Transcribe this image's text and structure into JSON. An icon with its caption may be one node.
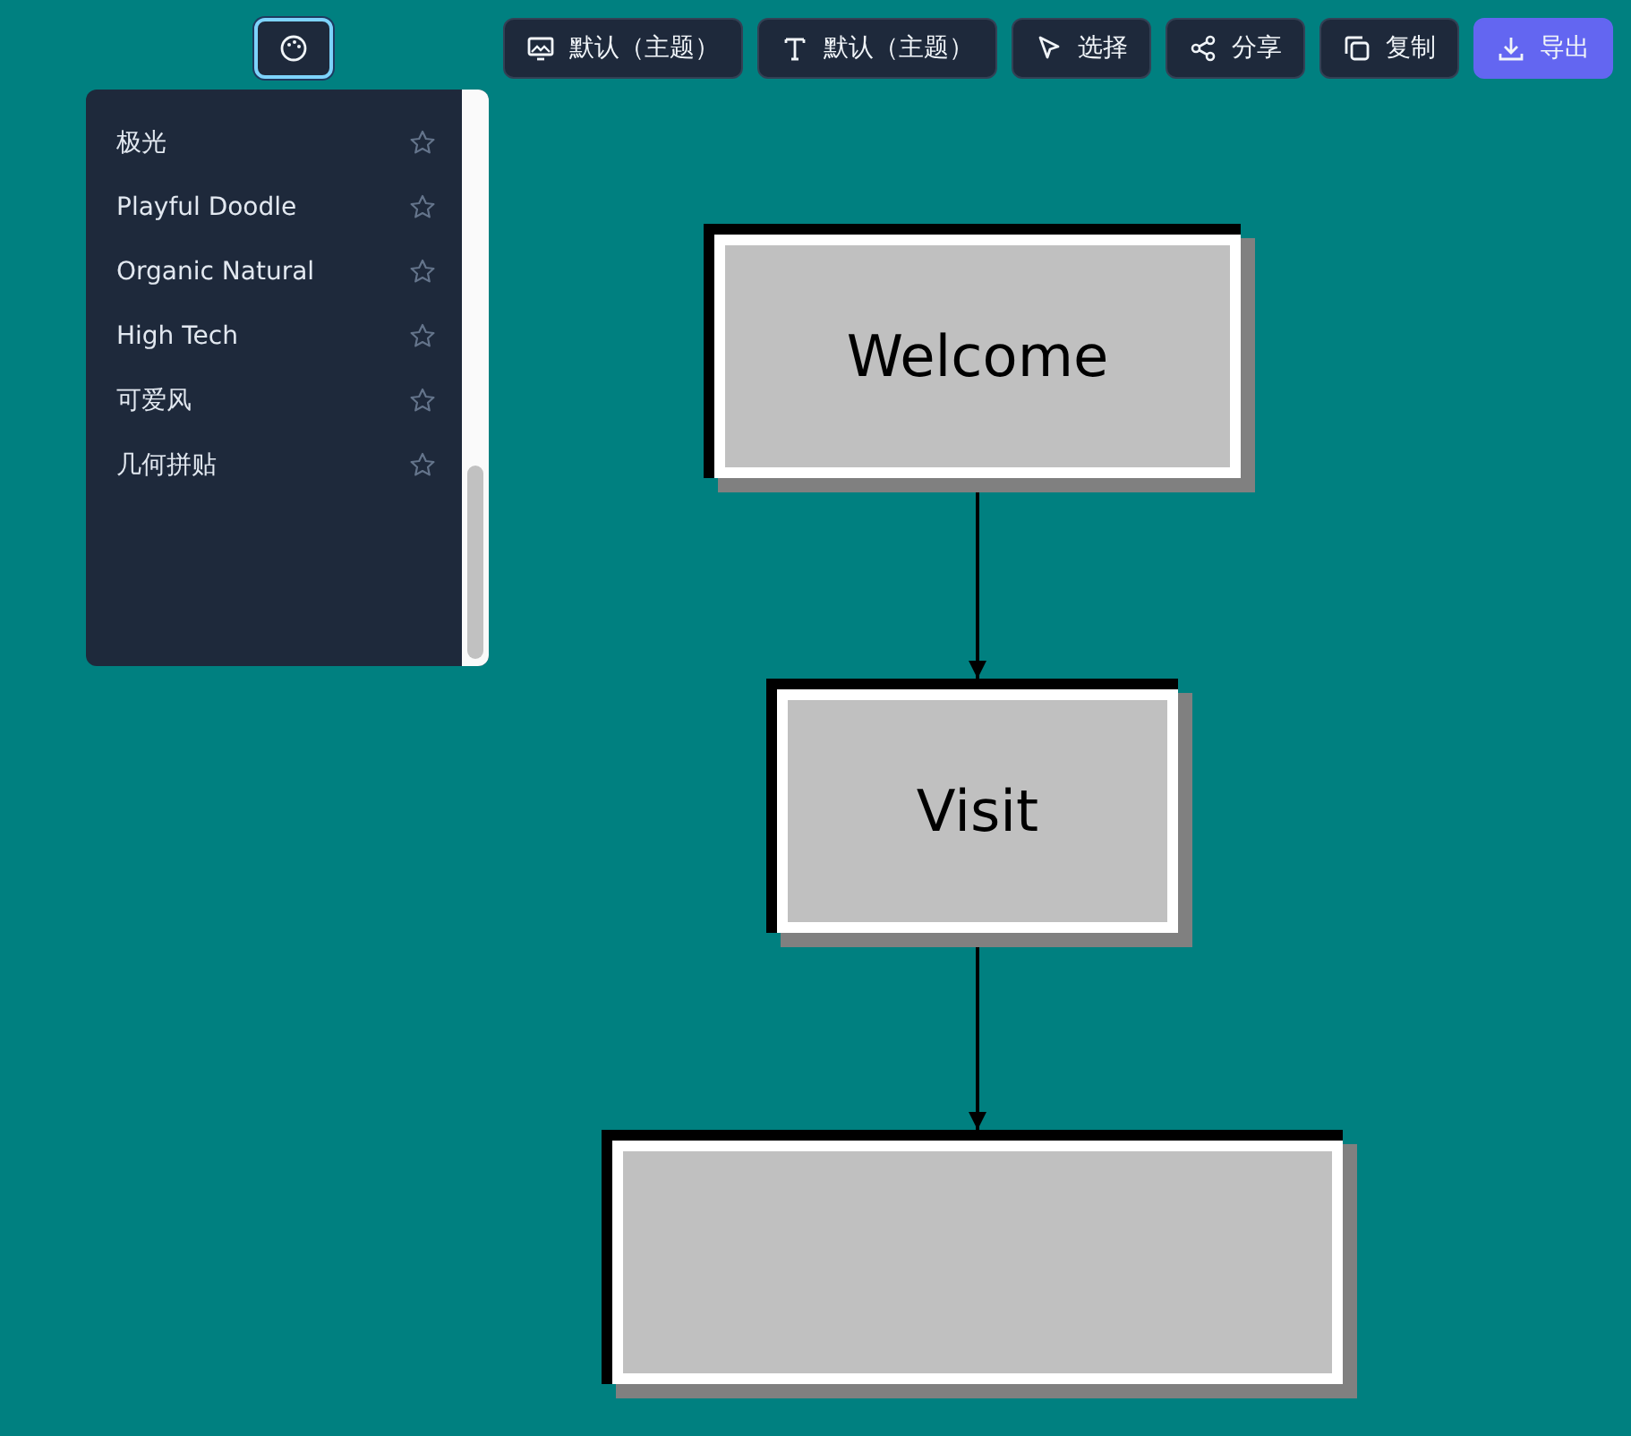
{
  "diagram": {
    "nodes": [
      {
        "text": [
          "Welcome"
        ]
      },
      {
        "text": [
          "Visit"
        ]
      },
      {
        "text": [],
        "shape": "box"
      }
    ],
    "edges": [
      {
        "from": 0,
        "to": 1,
        "arrow": "to"
      },
      {
        "from": 1,
        "to": 2,
        "arrow": "to"
      }
    ],
    "labels": [
      "默认（主题）",
      "默认（主题）",
      "选择",
      "分享",
      "复制",
      "导出",
      "极光",
      "Playful Doodle",
      "Organic Natural",
      "High Tech",
      "可爱风",
      "几何拼贴"
    ]
  }
}
